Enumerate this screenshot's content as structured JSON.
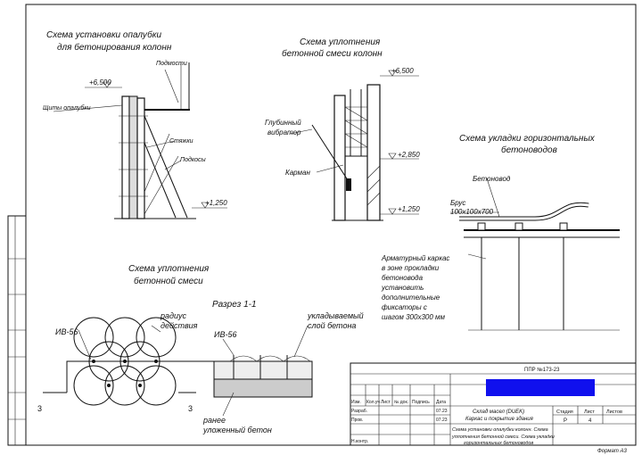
{
  "titles": {
    "formwork_line1": "Схема установки опалубки",
    "formwork_line2": "для бетонирования колонн",
    "compaction_col_line1": "Схема уплотнения",
    "compaction_col_line2": "бетонной смеси колонн",
    "horizontal_line1": "Схема укладки горизонтальных",
    "horizontal_line2": "бетоноводов",
    "compaction_line1": "Схема уплотнения",
    "compaction_line2": "бетонной смеси",
    "section": "Разрез 1-1"
  },
  "labels": {
    "podmosti": "Подмости",
    "shchity": "Щиты опалубки",
    "styazhki": "Стяжки",
    "podkosy": "Подкосы",
    "glubinny_line1": "Глубинный",
    "glubinny_line2": "вибратор",
    "karman": "Карман",
    "betonovod": "Бетоновод",
    "brus_line1": "Брус",
    "brus_line2": "100х100х700",
    "radius_line1": "радиус",
    "radius_line2": "действия",
    "iv56_a": "ИВ-56",
    "iv56_b": "ИВ-56",
    "sloy_line1": "укладываемый",
    "sloy_line2": "слой бетона",
    "ranee_line1": "ранее",
    "ranee_line2": "уложенный бетон",
    "note_lines": [
      "Арматурный каркас",
      "в зоне прокладки",
      "бетоновода",
      "установить",
      "дополнительные",
      "фиксаторы с",
      "шагом 300х300 мм"
    ],
    "section_mark_a": "3",
    "section_mark_b": "3"
  },
  "levels": {
    "lvl_6500_a": "+6,500",
    "lvl_1250_a": "+1,250",
    "lvl_6500_b": "+6,500",
    "lvl_2850": "+2,850",
    "lvl_1250_b": "+1,250"
  },
  "title_block": {
    "doc_code": "ППР №173-23",
    "object_line1": "Склад масел (DUEK)",
    "object_line2": "Каркас и покрытие здания",
    "sheet_title_lines": [
      "Схема установки опалубки колонн. Схема",
      "уплотнения бетонной смеси. Схема укладки",
      "горизонтальных бетоноводов"
    ],
    "headers": [
      "Изм.",
      "Кол.уч",
      "Лист",
      "№ док.",
      "Подпись",
      "Дата"
    ],
    "stage_headers": [
      "Стадия",
      "Лист",
      "Листов"
    ],
    "stage_values": [
      "Р",
      "4",
      ""
    ],
    "roles": [
      "Разраб.",
      "Пров.",
      "Н.контр."
    ],
    "dates": [
      "07.23",
      "07.23"
    ],
    "format": "Формат А3",
    "accent_color": "#1010ee"
  }
}
